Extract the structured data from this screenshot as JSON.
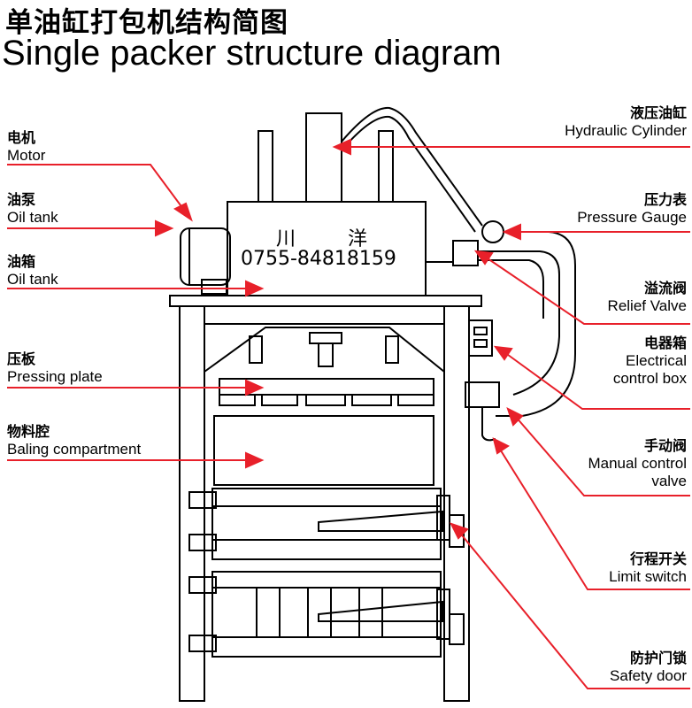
{
  "title_cn": "单油缸打包机结构简图",
  "title_en": "Single packer structure diagram",
  "machine": {
    "brand": "川 洋",
    "phone": "0755-84818159"
  },
  "left_labels": [
    {
      "cn": "电机",
      "en": "Motor"
    },
    {
      "cn": "油泵",
      "en": "Oil tank"
    },
    {
      "cn": "油箱",
      "en": "Oil tank"
    },
    {
      "cn": "压板",
      "en": "Pressing plate"
    },
    {
      "cn": "物料腔",
      "en": "Baling compartment"
    }
  ],
  "right_labels": [
    {
      "cn": "液压油缸",
      "en": "Hydraulic Cylinder"
    },
    {
      "cn": "压力表",
      "en": "Pressure Gauge"
    },
    {
      "cn": "溢流阀",
      "en": "Relief Valve"
    },
    {
      "cn": "电器箱",
      "en": "Electrical control box"
    },
    {
      "cn": "手动阀",
      "en": "Manual control valve"
    },
    {
      "cn": "行程开关",
      "en": "Limit switch"
    },
    {
      "cn": "防护门锁",
      "en": "Safety door"
    }
  ],
  "colors": {
    "pointer": "#e8202a",
    "line": "#000000"
  }
}
